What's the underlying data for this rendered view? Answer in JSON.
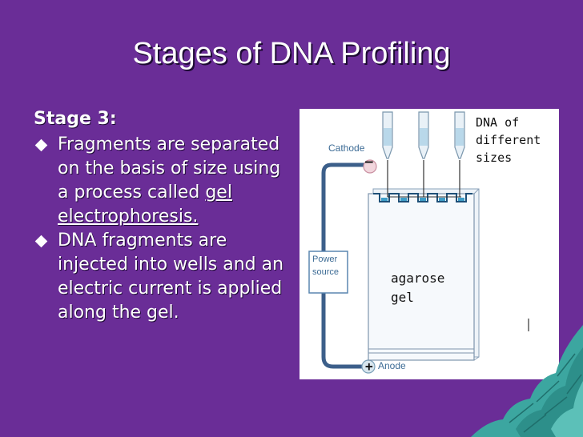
{
  "slide": {
    "title": "Stages of DNA Profiling",
    "stage_label": "Stage 3:",
    "bullet1_text": "Fragments are separated on the basis of size using a process called ",
    "bullet1_link": "gel electrophoresis.",
    "bullet2_text": "DNA fragments are injected into wells and an electric current is applied along the gel."
  },
  "figure": {
    "cathode_label": "Cathode",
    "anode_label": "Anode",
    "power_line1": "Power",
    "power_line2": "source",
    "dna_label_line1": "DNA of",
    "dna_label_line2": "different",
    "dna_label_line3": "sizes",
    "gel_label_line1": "agarose",
    "gel_label_line2": "gel",
    "minus_sign": "—",
    "plus_sign": "+"
  },
  "colors": {
    "background": "#6a2d97",
    "text": "#ffffff",
    "wire": "#3c5f8a",
    "wave_teal": "#3ca6a0"
  }
}
